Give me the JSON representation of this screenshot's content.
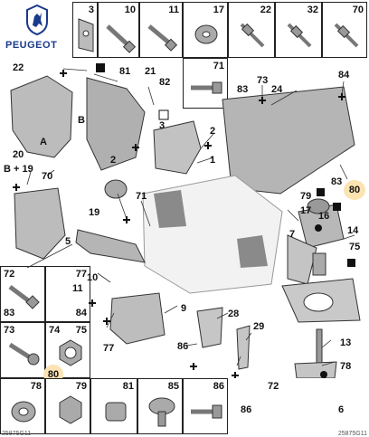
{
  "brand": {
    "name": "PEUGEOT"
  },
  "top_strip": {
    "cells": [
      "3",
      "10",
      "11",
      "17",
      "22",
      "32",
      "70"
    ]
  },
  "cell_71": "71",
  "left_panel": {
    "rows": [
      [
        "72",
        "77",
        "83",
        "84"
      ],
      [
        "73",
        "74",
        "75",
        "80"
      ],
      [
        "78",
        "79",
        "81",
        "85"
      ],
      [
        "86"
      ]
    ]
  },
  "diagram_labels": {
    "l22": "22",
    "l81": "81",
    "l21": "21",
    "l82": "82",
    "lB": "B",
    "lA": "A",
    "l20": "20",
    "lB19": "B + 19",
    "l3": "3",
    "l2a": "2",
    "l2b": "2",
    "l1": "1",
    "l70": "70",
    "l19": "19",
    "l71": "71",
    "l5": "5",
    "l10": "10",
    "l11": "11",
    "l77": "77",
    "l9": "9",
    "l83a": "83",
    "l73": "73",
    "l24": "24",
    "l84": "84",
    "l83b": "83",
    "l79": "79",
    "l80a": "80",
    "l17": "17",
    "l16": "16",
    "l14": "14",
    "l7": "7",
    "l75": "75",
    "l28": "28",
    "l29": "29",
    "l86a": "86",
    "l86b": "86",
    "l13": "13",
    "l78": "78",
    "l72": "72",
    "l6": "6",
    "l80b": "80"
  },
  "footer": {
    "left": "25875G11",
    "right": "25875G11"
  },
  "colors": {
    "accent": "#fbe3b2",
    "line": "#222222",
    "part": "#9a9a9a"
  }
}
